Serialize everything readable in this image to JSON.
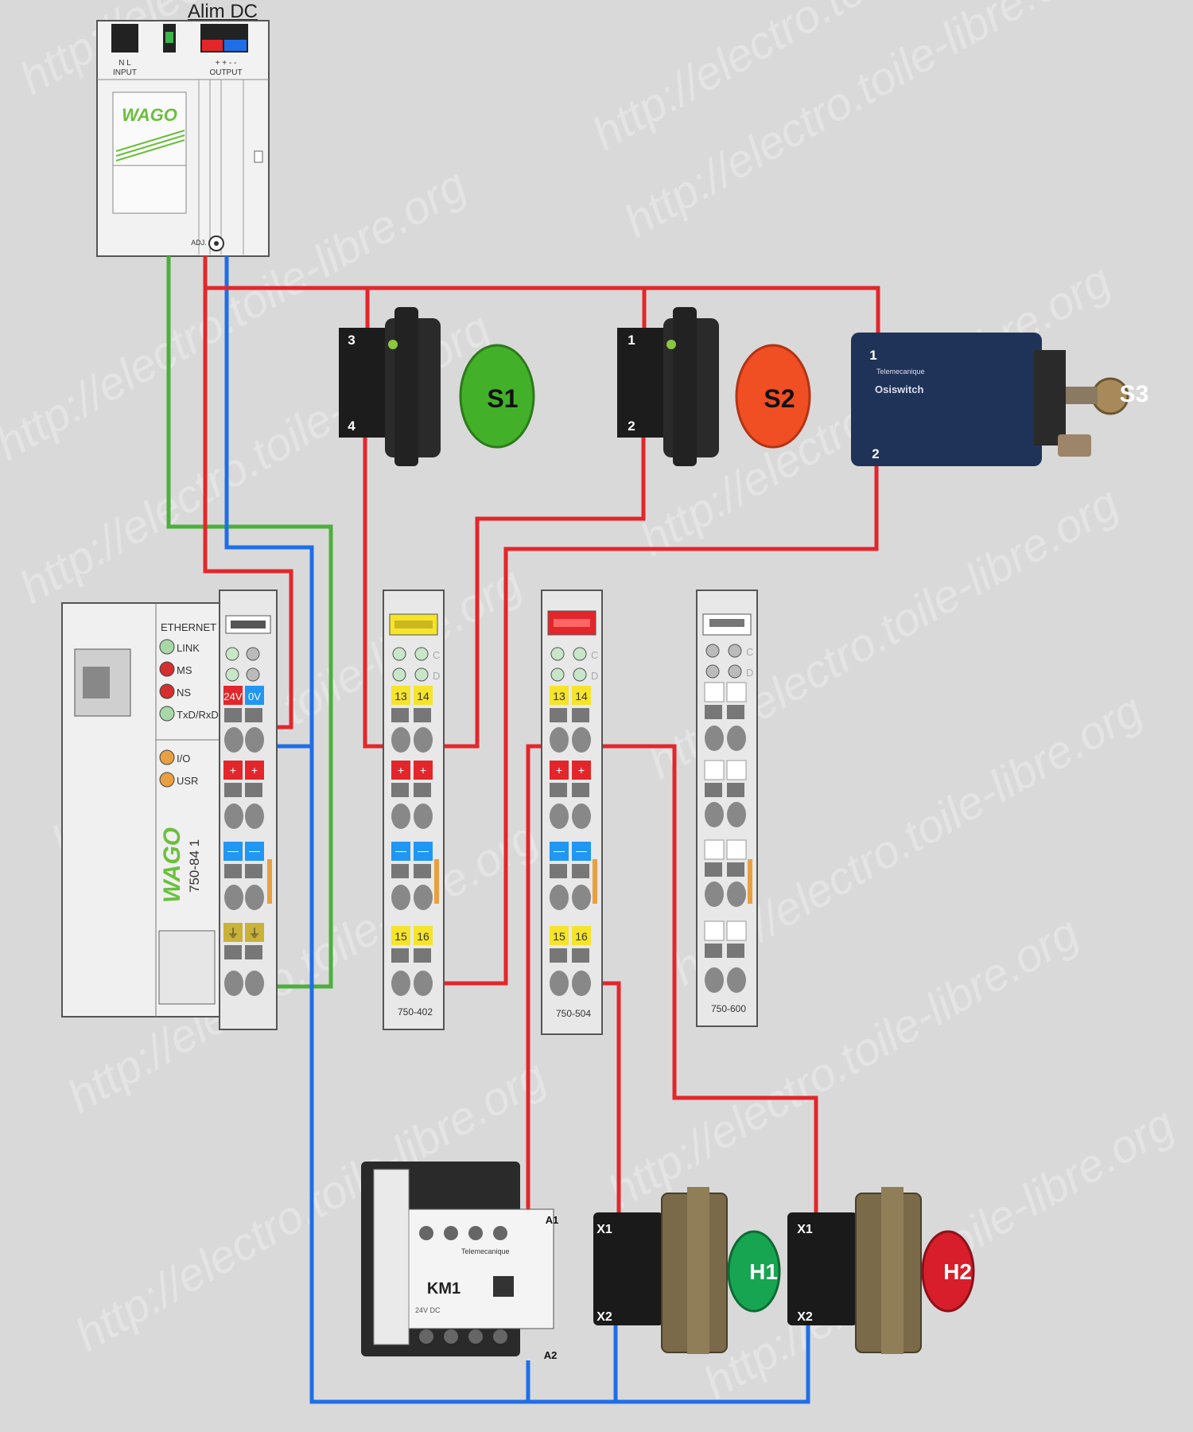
{
  "watermark": "http://electro.toile-libre.org",
  "power_supply": {
    "title": "Alim DC",
    "input_label": "INPUT",
    "input_terms": "N L",
    "output_label": "OUTPUT",
    "output_terms": "+ + - -",
    "brand": "WAGO",
    "adj_label": "ADJ."
  },
  "controller": {
    "ethernet_label": "ETHERNET",
    "leds": [
      "LINK",
      "MS",
      "NS",
      "TxD/RxD",
      "I/O",
      "USR"
    ],
    "brand": "WAGO",
    "model": "750-84 1",
    "term_24v": "24V",
    "term_0v": "0V",
    "plus": "+",
    "minus": "—",
    "ground": "⏚"
  },
  "modules": [
    {
      "model": "750-402",
      "t1": "13",
      "t2": "14",
      "t3": "15",
      "t4": "16"
    },
    {
      "model": "750-504",
      "t1": "13",
      "t2": "14",
      "t3": "15",
      "t4": "16"
    },
    {
      "model": "750-600"
    }
  ],
  "module_letters": {
    "c": "C",
    "d": "D"
  },
  "devices": {
    "s1": {
      "label": "S1",
      "t_top": "3",
      "t_bottom": "4",
      "color": "#43b02a"
    },
    "s2": {
      "label": "S2",
      "t_top": "1",
      "t_bottom": "2",
      "color": "#f04e23"
    },
    "s3": {
      "label": "S3",
      "t_top": "1",
      "t_bottom": "2",
      "brand": "Telemecanique",
      "name": "Osiswitch"
    },
    "km1": {
      "label": "KM1",
      "a1": "A1",
      "a2": "A2",
      "brand": "Telemecanique",
      "voltage": "24V DC"
    },
    "h1": {
      "label": "H1",
      "x1": "X1",
      "x2": "X2",
      "color": "#17a552"
    },
    "h2": {
      "label": "H2",
      "x1": "X1",
      "x2": "X2",
      "color": "#d81e2a"
    }
  },
  "colors": {
    "red_wire": "#e3262b",
    "blue_wire": "#1e6ee8",
    "green_wire": "#4caf3c",
    "background": "#d9d9d9"
  }
}
